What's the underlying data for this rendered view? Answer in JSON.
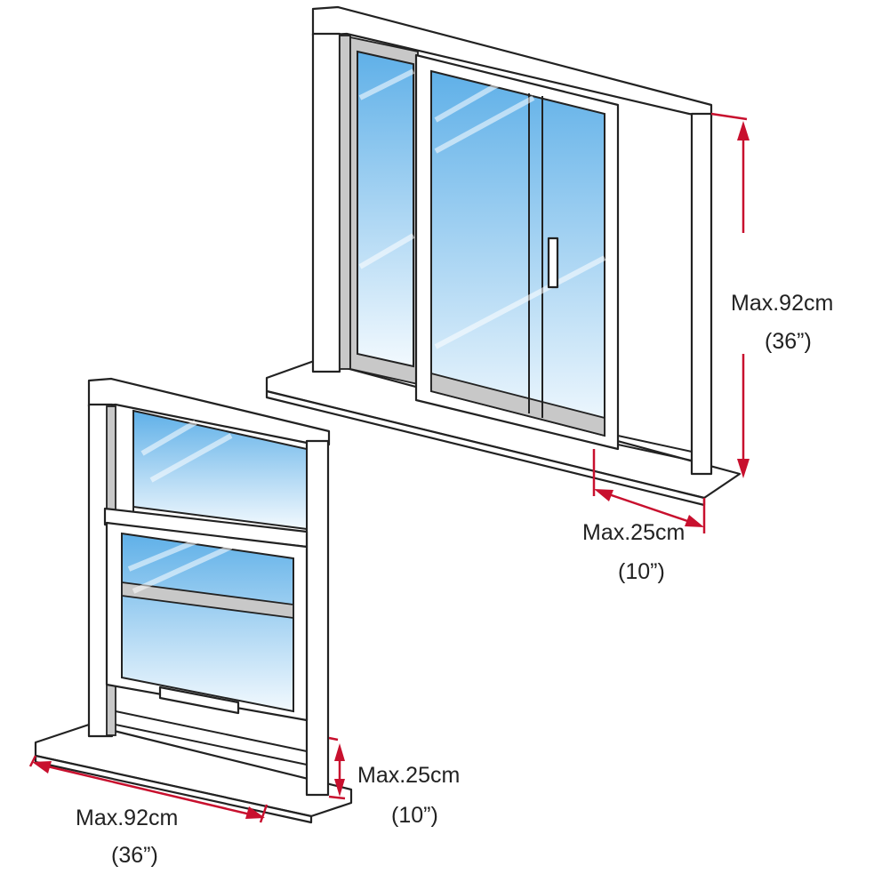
{
  "colors": {
    "dimension": "#c8102e",
    "glass_top": "#5fb0e8",
    "glass_bottom": "#eef7fd",
    "frame": "#ffffff",
    "track": "#c8c8c8"
  },
  "sliding_window": {
    "height_label": {
      "metric": "Max.92cm",
      "imperial": "(36”)"
    },
    "depth_label": {
      "metric": "Max.25cm",
      "imperial": "(10”)"
    }
  },
  "hung_window": {
    "width_label": {
      "metric": "Max.92cm",
      "imperial": "(36”)"
    },
    "depth_label": {
      "metric": "Max.25cm",
      "imperial": "(10”)"
    }
  }
}
